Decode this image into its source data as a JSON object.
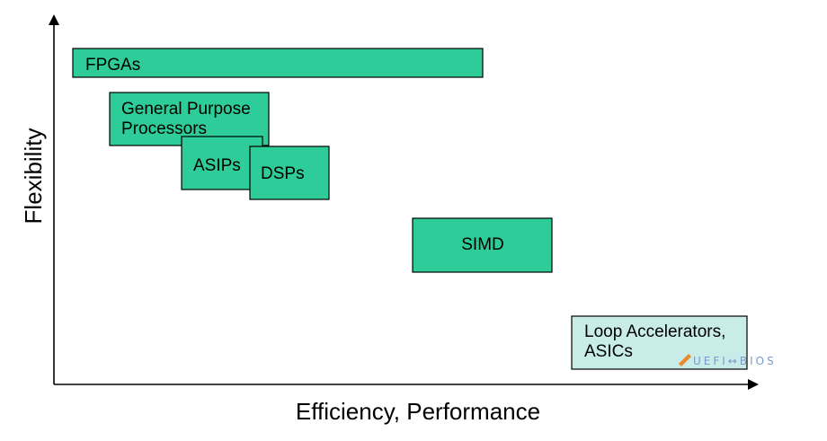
{
  "axes": {
    "y_label": "Flexibility",
    "x_label": "Efficiency, Performance"
  },
  "boxes": {
    "fpgas": {
      "label": "FPGAs",
      "color": "#2ecc98"
    },
    "gpp": {
      "line1": "General Purpose",
      "line2": "Processors",
      "color": "#2ecc98"
    },
    "asips": {
      "label": "ASIPs",
      "color": "#2ecc98"
    },
    "dsps": {
      "label": "DSPs",
      "color": "#2ecc98"
    },
    "simd": {
      "label": "SIMD",
      "color": "#2ecc98"
    },
    "loop": {
      "line1": "Loop Accelerators,",
      "line2": "ASICs",
      "color": "#c8ece8"
    }
  },
  "watermark": {
    "text": "UEFI↔BIOS"
  },
  "colors": {
    "box_border": "#000000",
    "axis": "#000000"
  }
}
